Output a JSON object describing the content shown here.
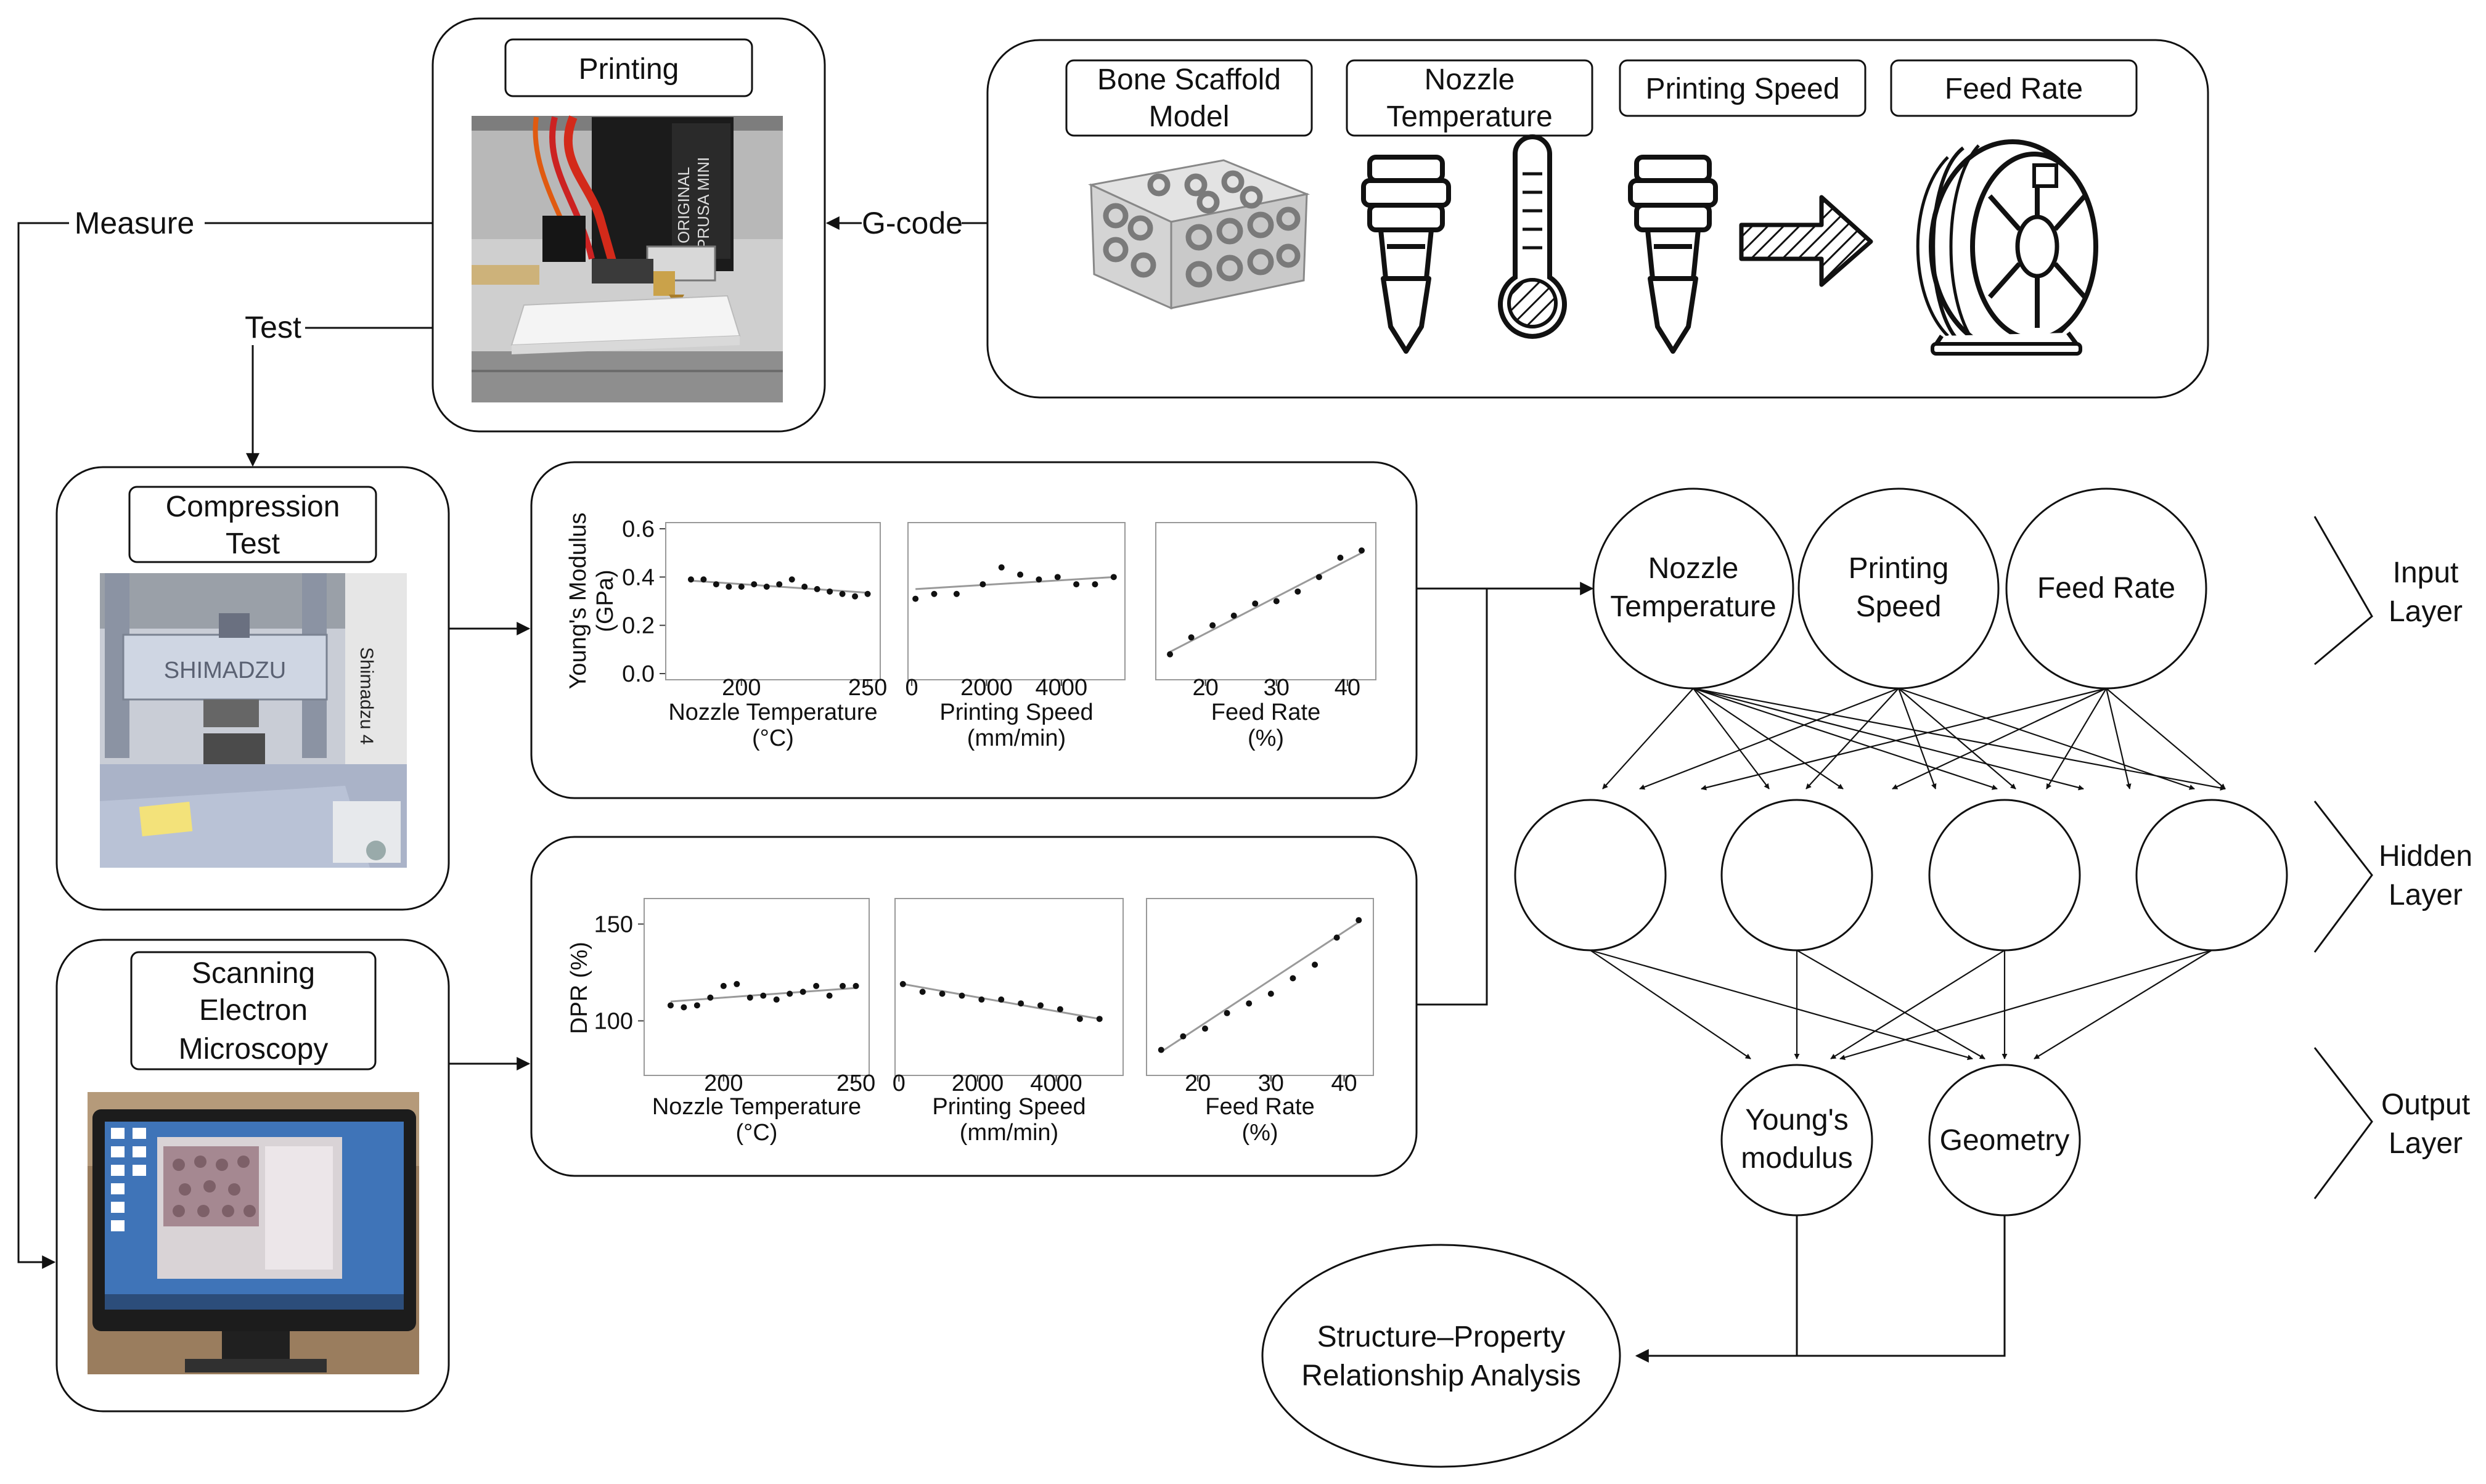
{
  "labels": {
    "printing": "Printing",
    "measure": "Measure",
    "test": "Test",
    "gcode": "G-code",
    "compression_1": "Compression",
    "compression_2": "Test",
    "sem_1": "Scanning",
    "sem_2": "Electron",
    "sem_3": "Microscopy",
    "bone_1": "Bone Scaffold",
    "bone_2": "Model",
    "nozzle_1": "Nozzle",
    "nozzle_2": "Temperature",
    "speed": "Printing Speed",
    "feed": "Feed Rate",
    "photo_prusa_1": "ORIGINAL",
    "photo_prusa_2": "PRUSA MINI",
    "photo_shimadzu": "SHIMADZU",
    "photo_shimadzu_side": "Shimadzu 4",
    "analysis_1": "Structure–Property",
    "analysis_2": "Relationship Analysis"
  },
  "network": {
    "inputs": [
      {
        "line1": "Nozzle",
        "line2": "Temperature"
      },
      {
        "line1": "Printing",
        "line2": "Speed"
      },
      {
        "line1": "Feed Rate",
        "line2": ""
      }
    ],
    "outputs": [
      {
        "line1": "Young's",
        "line2": "modulus"
      },
      {
        "line1": "Geometry",
        "line2": ""
      }
    ],
    "layers": [
      {
        "line1": "Input",
        "line2": "Layer"
      },
      {
        "line1": "Hidden",
        "line2": "Layer"
      },
      {
        "line1": "Output",
        "line2": "Layer"
      }
    ]
  },
  "chart_data": [
    {
      "type": "scatter",
      "ylabel_1": "Young's Modulus",
      "ylabel_2": "(GPa)",
      "ylim": [
        0.0,
        0.6
      ],
      "yticks": [
        0.0,
        0.2,
        0.4,
        0.6
      ],
      "ytick_labels": [
        "0.0",
        "0.2",
        "0.4",
        "0.6"
      ],
      "panels": [
        {
          "xlabel_1": "Nozzle Temperature",
          "xlabel_2": "(°C)",
          "xlim": [
            170,
            255
          ],
          "xticks": [
            200,
            250
          ],
          "xtick_labels": [
            "200",
            "250"
          ],
          "x": [
            180,
            185,
            190,
            195,
            200,
            205,
            210,
            215,
            220,
            225,
            230,
            235,
            240,
            245,
            250
          ],
          "y": [
            0.39,
            0.39,
            0.37,
            0.36,
            0.36,
            0.37,
            0.36,
            0.37,
            0.39,
            0.36,
            0.35,
            0.34,
            0.33,
            0.32,
            0.33
          ],
          "fit": [
            [
              180,
              0.385
            ],
            [
              250,
              0.335
            ]
          ]
        },
        {
          "xlabel_1": "Printing Speed",
          "xlabel_2": "(mm/min)",
          "xlim": [
            -100,
            5700
          ],
          "xticks": [
            0,
            2000,
            4000
          ],
          "xtick_labels": [
            "0",
            "2000",
            "4000"
          ],
          "x": [
            100,
            600,
            1200,
            1900,
            2400,
            2900,
            3400,
            3900,
            4400,
            4900,
            5400
          ],
          "y": [
            0.31,
            0.33,
            0.33,
            0.37,
            0.44,
            0.41,
            0.39,
            0.4,
            0.37,
            0.37,
            0.4
          ],
          "fit": [
            [
              100,
              0.35
            ],
            [
              5400,
              0.4
            ]
          ]
        },
        {
          "xlabel_1": "Feed Rate",
          "xlabel_2": "(%)",
          "xlim": [
            13,
            44
          ],
          "xticks": [
            20,
            30,
            40
          ],
          "xtick_labels": [
            "20",
            "30",
            "40"
          ],
          "x": [
            15,
            18,
            21,
            24,
            27,
            30,
            33,
            36,
            39,
            42
          ],
          "y": [
            0.08,
            0.15,
            0.2,
            0.24,
            0.29,
            0.3,
            0.34,
            0.4,
            0.48,
            0.51
          ],
          "fit": [
            [
              15,
              0.09
            ],
            [
              42,
              0.5
            ]
          ]
        }
      ]
    },
    {
      "type": "scatter",
      "ylabel_1": "DPR (%)",
      "ylim": [
        75,
        160
      ],
      "yticks": [
        100,
        150
      ],
      "ytick_labels": [
        "100",
        "150"
      ],
      "panels": [
        {
          "xlabel_1": "Nozzle Temperature",
          "xlabel_2": "(°C)",
          "xlim": [
            170,
            255
          ],
          "xticks": [
            200,
            250
          ],
          "xtick_labels": [
            "200",
            "250"
          ],
          "x": [
            180,
            185,
            190,
            195,
            200,
            205,
            210,
            215,
            220,
            225,
            230,
            235,
            240,
            245,
            250
          ],
          "y": [
            108,
            107,
            108,
            112,
            118,
            119,
            112,
            113,
            111,
            114,
            115,
            118,
            113,
            118,
            118
          ],
          "fit": [
            [
              180,
              110
            ],
            [
              250,
              117
            ]
          ]
        },
        {
          "xlabel_1": "Printing Speed",
          "xlabel_2": "(mm/min)",
          "xlim": [
            -100,
            5700
          ],
          "xticks": [
            0,
            2000,
            4000
          ],
          "xtick_labels": [
            "0",
            "2000",
            "4000"
          ],
          "x": [
            100,
            600,
            1100,
            1600,
            2100,
            2600,
            3100,
            3600,
            4100,
            4600,
            5100
          ],
          "y": [
            119,
            115,
            114,
            113,
            111,
            111,
            109,
            108,
            106,
            101,
            101
          ],
          "fit": [
            [
              100,
              119
            ],
            [
              5100,
              101
            ]
          ]
        },
        {
          "xlabel_1": "Feed Rate",
          "xlabel_2": "(%)",
          "xlim": [
            13,
            44
          ],
          "xticks": [
            20,
            30,
            40
          ],
          "xtick_labels": [
            "20",
            "30",
            "40"
          ],
          "x": [
            15,
            18,
            21,
            24,
            27,
            30,
            33,
            36,
            39,
            42
          ],
          "y": [
            85,
            92,
            96,
            104,
            109,
            114,
            122,
            129,
            143,
            152
          ],
          "fit": [
            [
              15,
              84
            ],
            [
              42,
              151
            ]
          ]
        }
      ]
    }
  ]
}
